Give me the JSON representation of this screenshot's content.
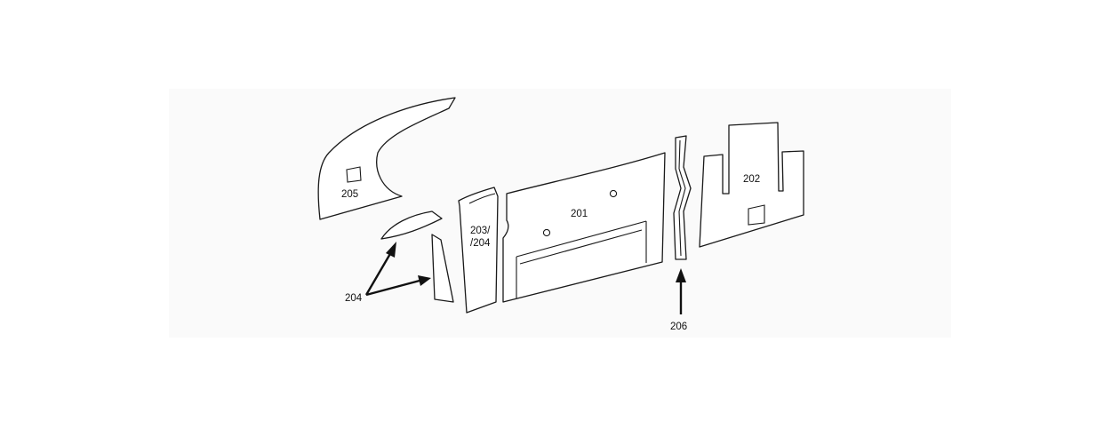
{
  "labels": {
    "part_201": "201",
    "part_202": "202",
    "part_203_line1": "203/",
    "part_203_line2": "/204",
    "part_204": "204",
    "part_205": "205",
    "part_206": "206"
  }
}
